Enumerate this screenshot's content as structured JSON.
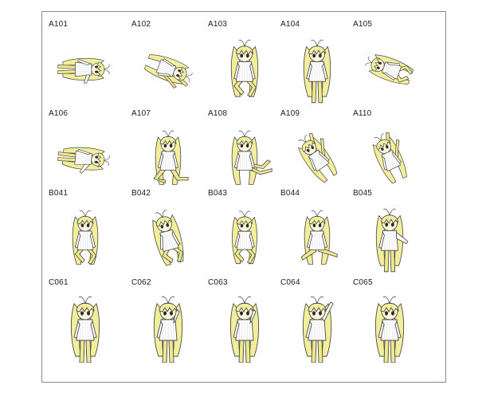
{
  "sheet": {
    "colors": {
      "hair": "#f3ee9c",
      "skin": "#fbf7d8",
      "sweater": "#ffffff",
      "leggings": "#f0e98c",
      "outline": "#4a4a4a",
      "label": "#1a1a1a",
      "border": "#8a8a8a"
    },
    "rows": [
      {
        "cells": [
          {
            "label": "A101",
            "pose": "lying-side"
          },
          {
            "label": "A102",
            "pose": "lying-legs-up"
          },
          {
            "label": "A103",
            "pose": "sitting-tall"
          },
          {
            "label": "A104",
            "pose": "standing"
          },
          {
            "label": "A105",
            "pose": "lying-curled"
          }
        ]
      },
      {
        "cells": [
          {
            "label": "A106",
            "pose": "lying-reach"
          },
          {
            "label": "A107",
            "pose": "kneeling"
          },
          {
            "label": "A108",
            "pose": "crawling"
          },
          {
            "label": "A109",
            "pose": "lying-back-legs-up"
          },
          {
            "label": "A110",
            "pose": "lying-leg-raised"
          }
        ]
      },
      {
        "cells": [
          {
            "label": "B041",
            "pose": "sitting-knees-up"
          },
          {
            "label": "B042",
            "pose": "leaning-sitting"
          },
          {
            "label": "B043",
            "pose": "sitting-curled"
          },
          {
            "label": "B044",
            "pose": "sitting-legs-out"
          },
          {
            "label": "B045",
            "pose": "standing-arm-out"
          }
        ]
      },
      {
        "cells": [
          {
            "label": "C061",
            "pose": "standing-tall"
          },
          {
            "label": "C062",
            "pose": "standing-hand-head"
          },
          {
            "label": "C063",
            "pose": "standing-wave-head"
          },
          {
            "label": "C064",
            "pose": "standing-arm-raised"
          },
          {
            "label": "C065",
            "pose": "standing-arms-side"
          }
        ]
      }
    ]
  }
}
